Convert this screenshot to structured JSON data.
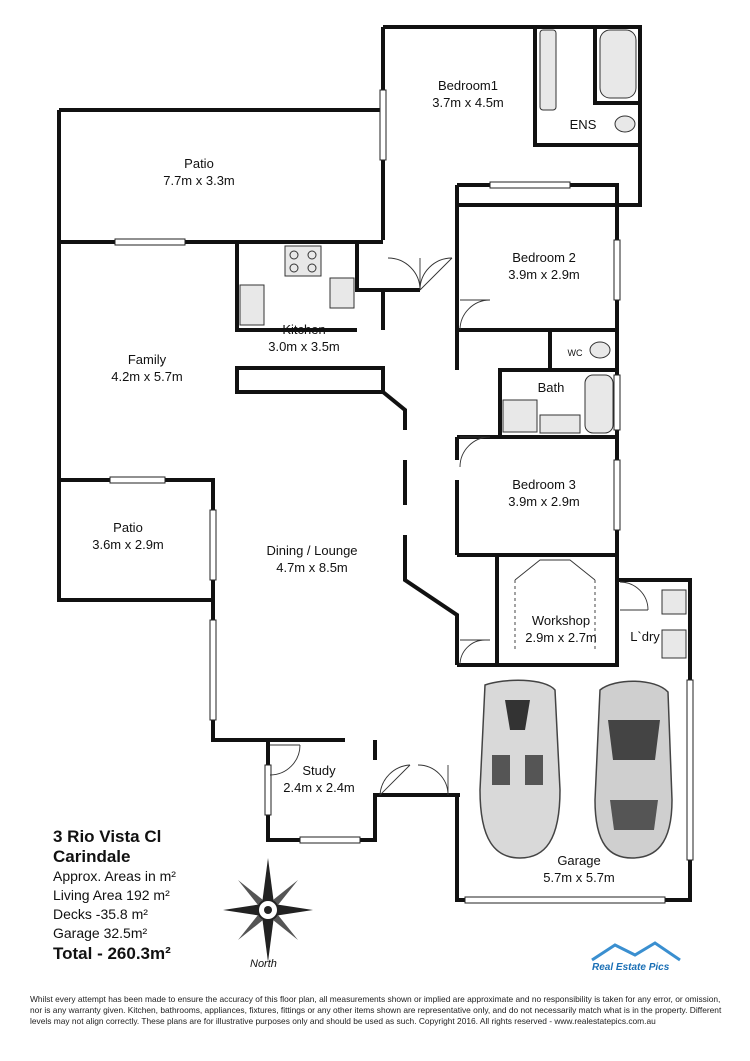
{
  "rooms": {
    "bedroom1": {
      "name": "Bedroom1",
      "size": "3.7m x 4.5m"
    },
    "ens": {
      "name": "ENS"
    },
    "patio_top": {
      "name": "Patio",
      "size": "7.7m x 3.3m"
    },
    "bedroom2": {
      "name": "Bedroom 2",
      "size": "3.9m x 2.9m"
    },
    "kitchen": {
      "name": "Kitchen",
      "size": "3.0m x 3.5m"
    },
    "family": {
      "name": "Family",
      "size": "4.2m x 5.7m"
    },
    "wc": {
      "name": "WC"
    },
    "bath": {
      "name": "Bath"
    },
    "bedroom3": {
      "name": "Bedroom 3",
      "size": "3.9m x 2.9m"
    },
    "patio_left": {
      "name": "Patio",
      "size": "3.6m x 2.9m"
    },
    "dining": {
      "name": "Dining / Lounge",
      "size": "4.7m x 8.5m"
    },
    "workshop": {
      "name": "Workshop",
      "size": "2.9m x 2.7m"
    },
    "laundry": {
      "name": "L`dry"
    },
    "study": {
      "name": "Study",
      "size": "2.4m x 2.4m"
    },
    "garage": {
      "name": "Garage",
      "size": "5.7m x 5.7m"
    }
  },
  "info": {
    "address1": "3 Rio Vista Cl",
    "address2": "Carindale",
    "approx": "Approx. Areas in m²",
    "living": "Living Area 192 m²",
    "decks": "Decks -35.8 m²",
    "garage": "Garage 32.5m²",
    "total": "Total - 260.3m²"
  },
  "compass": {
    "label": "North"
  },
  "logo": {
    "text": "Real Estate Pics"
  },
  "disclaimer": "Whilst every attempt has been made to ensure the accuracy of this floor plan, all measurements shown or implied are approximate and no responsibility is taken for any error, or omission, nor is any warranty given. Kitchen, bathrooms, appliances, fixtures, fittings or any other items shown are representative only, and do not necessarily match what is in the property. Different levels may not align correctly. These plans are for illustrative purposes only and should be used as such. Copyright 2016. All rights reserved - www.realestatepics.com.au"
}
